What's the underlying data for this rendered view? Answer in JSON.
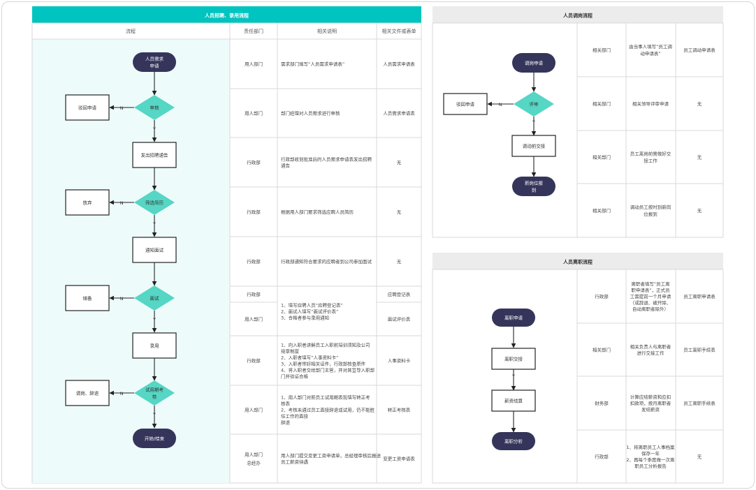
{
  "hiring": {
    "title": "人员招聘、录用流程",
    "headers": [
      "流程",
      "责任部门",
      "相关说明",
      "相关文件或表单"
    ],
    "rows": [
      {
        "dept": "用人部门",
        "desc": [
          "需求部门填写“人员需求申请表”"
        ],
        "form": "人员需求申请表"
      },
      {
        "dept": "用人部门",
        "desc": [
          "部门经理对人员需求进行审核"
        ],
        "form": "人员需求申请表"
      },
      {
        "dept": "行政部",
        "desc": [
          "行政部收到批准后的人员需求申请表发出招聘",
          "通告"
        ],
        "form": "无"
      },
      {
        "dept": "行政部",
        "desc": [
          "根据用人部门要求筛选应聘人员简历"
        ],
        "form": "无"
      },
      {
        "dept": "行政部",
        "desc": [
          "行政部通知符合要求的应聘者到公司参加面试"
        ],
        "form": "无"
      },
      {
        "dept": "行政部",
        "desc": [],
        "form": "应聘登记表"
      },
      {
        "dept": "用人部门",
        "desc": [],
        "form": "面试评价表"
      },
      {
        "dept": "行政部",
        "desc": [
          "1、向入职者讲解员工入职前培训须知及公司",
          "规章制度",
          "2、入职者填写“人事资料卡”",
          "3、入职者带好相关证件，行政部核查原件",
          "4、将入职者交给部门主管，并对其宣导入职部",
          "门并验证合格"
        ],
        "form": "人事资料卡"
      },
      {
        "dept": "用人部门",
        "desc": [
          "1、用人部门对新员工试用期表现填写转正考",
          "核表",
          "2、考核未通过员工直接辞退或试用，仍不能胜",
          "任工作的直接",
          "辞退"
        ],
        "form": "转正考核表"
      },
      {
        "dept": "用人部门\n总经办",
        "desc": [
          "用人部门提交变更工资申请单，总经理审核后报送",
          "员工薪资待遇"
        ],
        "form": "变更工资申请表"
      }
    ],
    "interview_desc": [
      "1、填写应聘人员“应聘登记表”",
      "2、面试人填写“面试评价表”",
      "3、合格者参与录用通知"
    ],
    "nodes": {
      "start": [
        "人员需求",
        "申请"
      ],
      "review": "审核",
      "reject1": "驳回申请",
      "notice": "发出招聘通告",
      "screen": "筛选简历",
      "reject2": "放弃",
      "notify": "通知面试",
      "interview": "面试",
      "reject3": "储备",
      "hire": "录用",
      "probation": [
        "试用期考",
        "核"
      ],
      "reject4": "调岗、辞退",
      "end": "开始/结束"
    },
    "labels": {
      "no": "N",
      "yes": "Y"
    }
  },
  "transfer": {
    "title": "人员调岗流程",
    "rows": [
      {
        "dept": "相关部门",
        "desc": [
          "由当事人填写“员工调",
          "动申请表”"
        ],
        "form": "员工调动申请表"
      },
      {
        "dept": "相关部门",
        "desc": [
          "相关领导评审申请"
        ],
        "form": "无"
      },
      {
        "dept": "相关部门",
        "desc": [
          "员工离岗前需做好交",
          "接工作"
        ],
        "form": "无"
      },
      {
        "dept": "相关部门",
        "desc": [
          "调动员工按时到新岗",
          "位报到"
        ],
        "form": "无"
      }
    ],
    "nodes": {
      "start": "调岗申请",
      "review": "评审",
      "reject": "驳回申请",
      "handover": "调动前交接",
      "report": [
        "新岗位报",
        "到"
      ]
    },
    "labels": {
      "no": "N",
      "yes": "Y"
    }
  },
  "resign": {
    "title": "人员离职流程",
    "rows": [
      {
        "dept": "行政部",
        "desc": [
          "离职者填写“员工离",
          "职申请表”，正式员",
          "工需提前一个月申请",
          "（或辞退、被开除、",
          "自动离职者除外）"
        ],
        "form": "员工离职申请表"
      },
      {
        "dept": "相关部门",
        "desc": [
          "相关负责人与离职者",
          "进行交接工作"
        ],
        "form": "员工离职手续表"
      },
      {
        "dept": "财务部",
        "desc": [
          "计算应结薪资和应扣",
          "扣款项，按月离职者",
          "发结薪资"
        ],
        "form": "员工离职手续表"
      },
      {
        "dept": "行政部",
        "desc": [
          "1、将离职员工人事档案",
          "保存一年",
          "2、再每个季度做一次离",
          "职员工分析报告"
        ],
        "form": "无"
      }
    ],
    "nodes": {
      "start": "离职申请",
      "handover": "离职交接",
      "salary": "薪资结算",
      "analysis": "离职分析"
    },
    "labels": {
      "yes": "Y"
    }
  },
  "colors": {
    "teal": "#00c4bf",
    "dark": "#35355b",
    "diamond": "#56d6c4",
    "light": "#eefbfb",
    "grayhead": "#ececec",
    "line": "#d9d9d9"
  }
}
